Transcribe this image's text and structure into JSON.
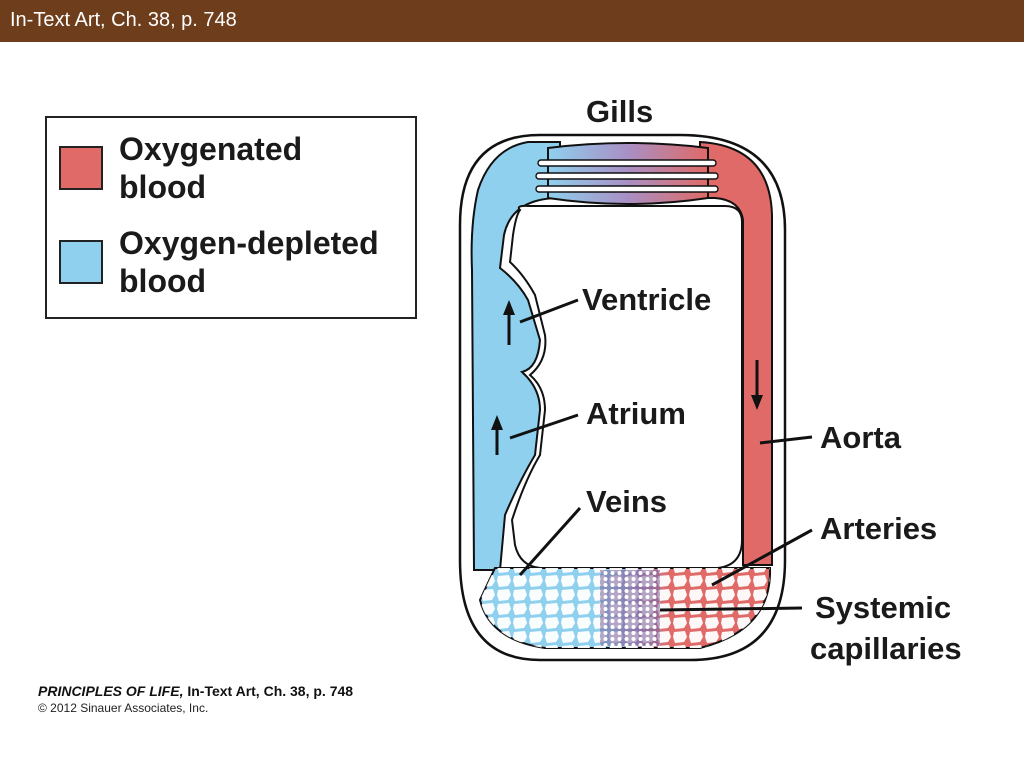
{
  "header": {
    "title": "In-Text Art, Ch. 38, p. 748"
  },
  "legend": {
    "items": [
      {
        "line1": "Oxygenated",
        "line2": "blood",
        "color": "#e06a67"
      },
      {
        "line1": "Oxygen-depleted",
        "line2": "blood",
        "color": "#8fd0ee"
      }
    ]
  },
  "diagram": {
    "labels": {
      "gills": "Gills",
      "ventricle": "Ventricle",
      "atrium": "Atrium",
      "veins": "Veins",
      "aorta": "Aorta",
      "arteries": "Arteries",
      "capillaries_line1": "Systemic",
      "capillaries_line2": "capillaries"
    },
    "colors": {
      "oxygenated": "#e06a67",
      "depleted": "#8fd0ee",
      "mixed": "#a98fc4"
    }
  },
  "footer": {
    "book": "PRINCIPLES OF LIFE,",
    "ref": "In-Text Art, Ch. 38, p. 748",
    "copyright": "© 2012 Sinauer Associates, Inc."
  }
}
